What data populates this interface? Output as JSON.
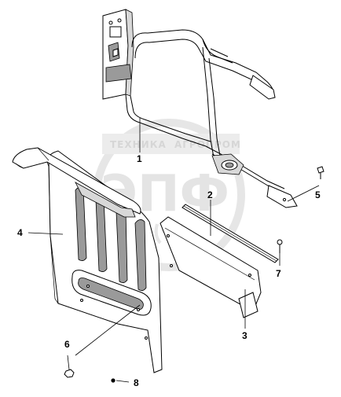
{
  "watermark": {
    "top_text": "ТЕХНИКА",
    "top_text_2": "АГРОПРОМ",
    "main_text": "ЭПФ"
  },
  "labels": {
    "l1": "1",
    "l2": "2",
    "l3": "3",
    "l4": "4",
    "l5": "5",
    "l6": "6",
    "l7": "7",
    "l8": "8"
  }
}
